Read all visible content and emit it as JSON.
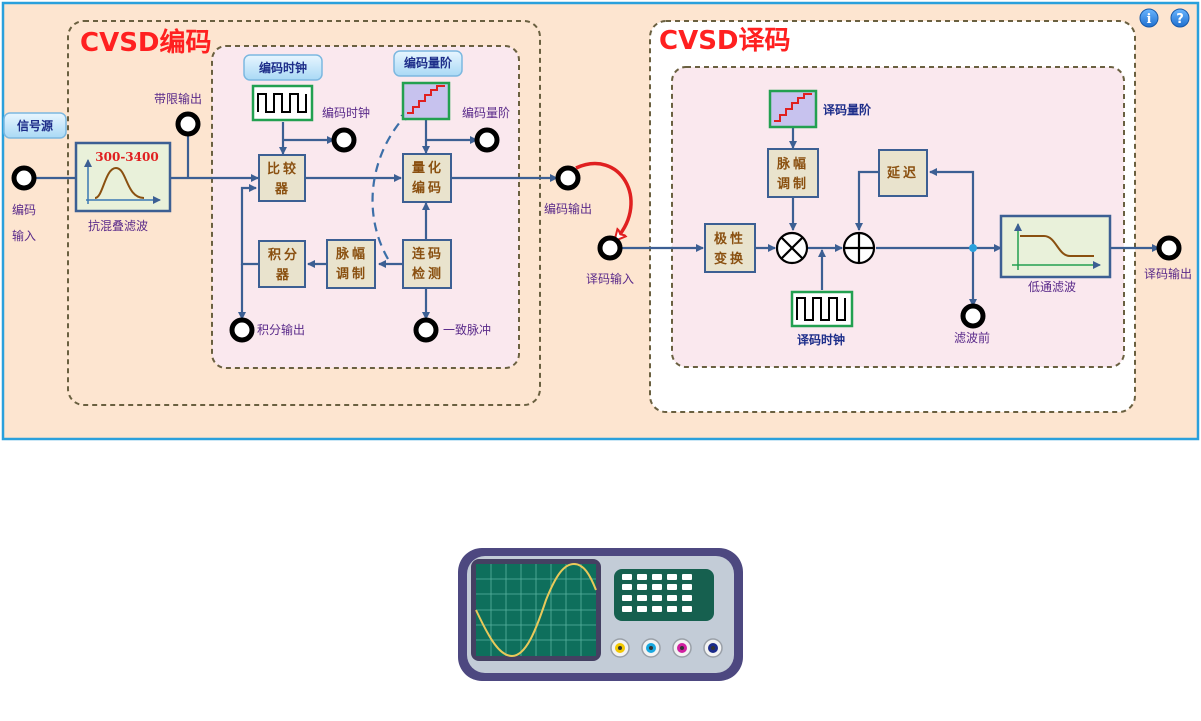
{
  "encoder": {
    "title": "CVSD编码",
    "buttons": {
      "clock": "编码时钟",
      "step": "编码量阶",
      "source": "信号源"
    },
    "filter_range": "300-3400",
    "blocks": {
      "compare": [
        "比较",
        "器"
      ],
      "quantize": [
        "量化",
        "编码"
      ],
      "integrate": [
        "积分",
        "器"
      ],
      "pam": [
        "脉幅",
        "调制"
      ],
      "run_detect": [
        "连码",
        "检测"
      ]
    },
    "labels": {
      "encode_input_1": "编码",
      "encode_input_2": "输入",
      "antialias_filter": "抗混叠滤波",
      "bandlimit_out": "带限输出",
      "clock_out": "编码时钟",
      "step_out": "编码量阶",
      "integral_out": "积分输出",
      "coincidence_pulse": "一致脉冲",
      "encode_out": "编码输出"
    }
  },
  "decoder": {
    "title": "CVSD译码",
    "blocks": {
      "polarity": [
        "极性",
        "变换"
      ],
      "pam": [
        "脉幅",
        "调制"
      ],
      "delay": "延迟"
    },
    "labels": {
      "decode_input": "译码输入",
      "step": "译码量阶",
      "clock": "译码时钟",
      "pre_filter": "滤波前",
      "lowpass": "低通滤波",
      "decode_out": "译码输出"
    }
  },
  "toolbar": {
    "info_icon_text": "i",
    "help_icon_text": "?"
  },
  "colors": {
    "panel_bg": "#fde5d0",
    "panel_border": "#2aa0dc",
    "inner_bg": "#fae8ee",
    "title": "#ff2020",
    "wire": "#3c5f93",
    "label": "#5a2a8a",
    "block_text": "#8a5010"
  }
}
